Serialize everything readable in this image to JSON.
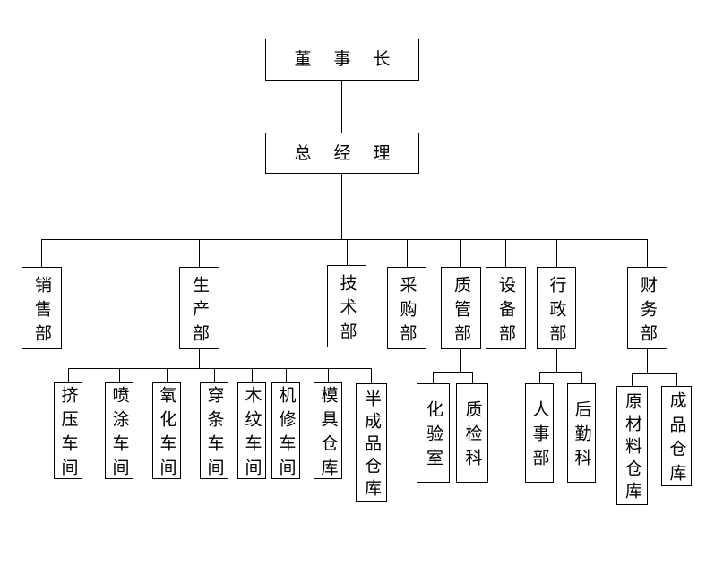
{
  "org_chart": {
    "type": "org-tree",
    "colors": {
      "line": "#000000",
      "box_border": "#000000",
      "box_fill": "#ffffff",
      "text": "#000000",
      "background": "#ffffff"
    },
    "nodes": {
      "chairman": "董事长",
      "general_manager": "总经理",
      "departments": [
        "销售部",
        "生产部",
        "技术部",
        "采购部",
        "质管部",
        "设备部",
        "行政部",
        "财务部"
      ],
      "production_children": [
        "挤压车间",
        "喷涂车间",
        "氧化车间",
        "穿条车间",
        "木纹车间",
        "机修车间",
        "模具仓库",
        "半成品仓库"
      ],
      "quality_children": [
        "化验室",
        "质检科"
      ],
      "admin_children": [
        "人事部",
        "后勤科"
      ],
      "finance_children": [
        "原材料仓库",
        "成品仓库"
      ]
    },
    "hierarchy": [
      {
        "parent": "董事长",
        "children": [
          "总经理"
        ]
      },
      {
        "parent": "总经理",
        "children": [
          "销售部",
          "生产部",
          "技术部",
          "采购部",
          "质管部",
          "设备部",
          "行政部",
          "财务部"
        ]
      },
      {
        "parent": "生产部",
        "children": [
          "挤压车间",
          "喷涂车间",
          "氧化车间",
          "穿条车间",
          "木纹车间",
          "机修车间",
          "模具仓库",
          "半成品仓库"
        ]
      },
      {
        "parent": "质管部",
        "children": [
          "化验室",
          "质检科"
        ]
      },
      {
        "parent": "行政部",
        "children": [
          "人事部",
          "后勤科"
        ]
      },
      {
        "parent": "财务部",
        "children": [
          "原材料仓库",
          "成品仓库"
        ]
      }
    ]
  }
}
